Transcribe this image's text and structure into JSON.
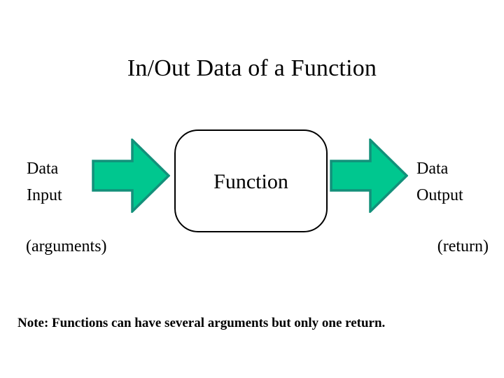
{
  "slide": {
    "title": "In/Out Data of a Function",
    "background_color": "#ffffff",
    "text_color": "#000000"
  },
  "diagram": {
    "input": {
      "label_line1": "Data",
      "label_line2": "Input",
      "sub_label": "(arguments)"
    },
    "process": {
      "label": "Function",
      "shape": "rounded-rectangle",
      "border_color": "#000000",
      "fill_color": "#ffffff"
    },
    "output": {
      "label_line1": "Data",
      "label_line2": "Output",
      "sub_label": "(return)"
    },
    "arrows": {
      "icon": "right-arrow-icon",
      "fill_color": "#00c78f",
      "stroke_color": "#13907a",
      "direction": "right",
      "count": 2
    }
  },
  "note": {
    "text": "Note: Functions can have several arguments but only one return."
  }
}
